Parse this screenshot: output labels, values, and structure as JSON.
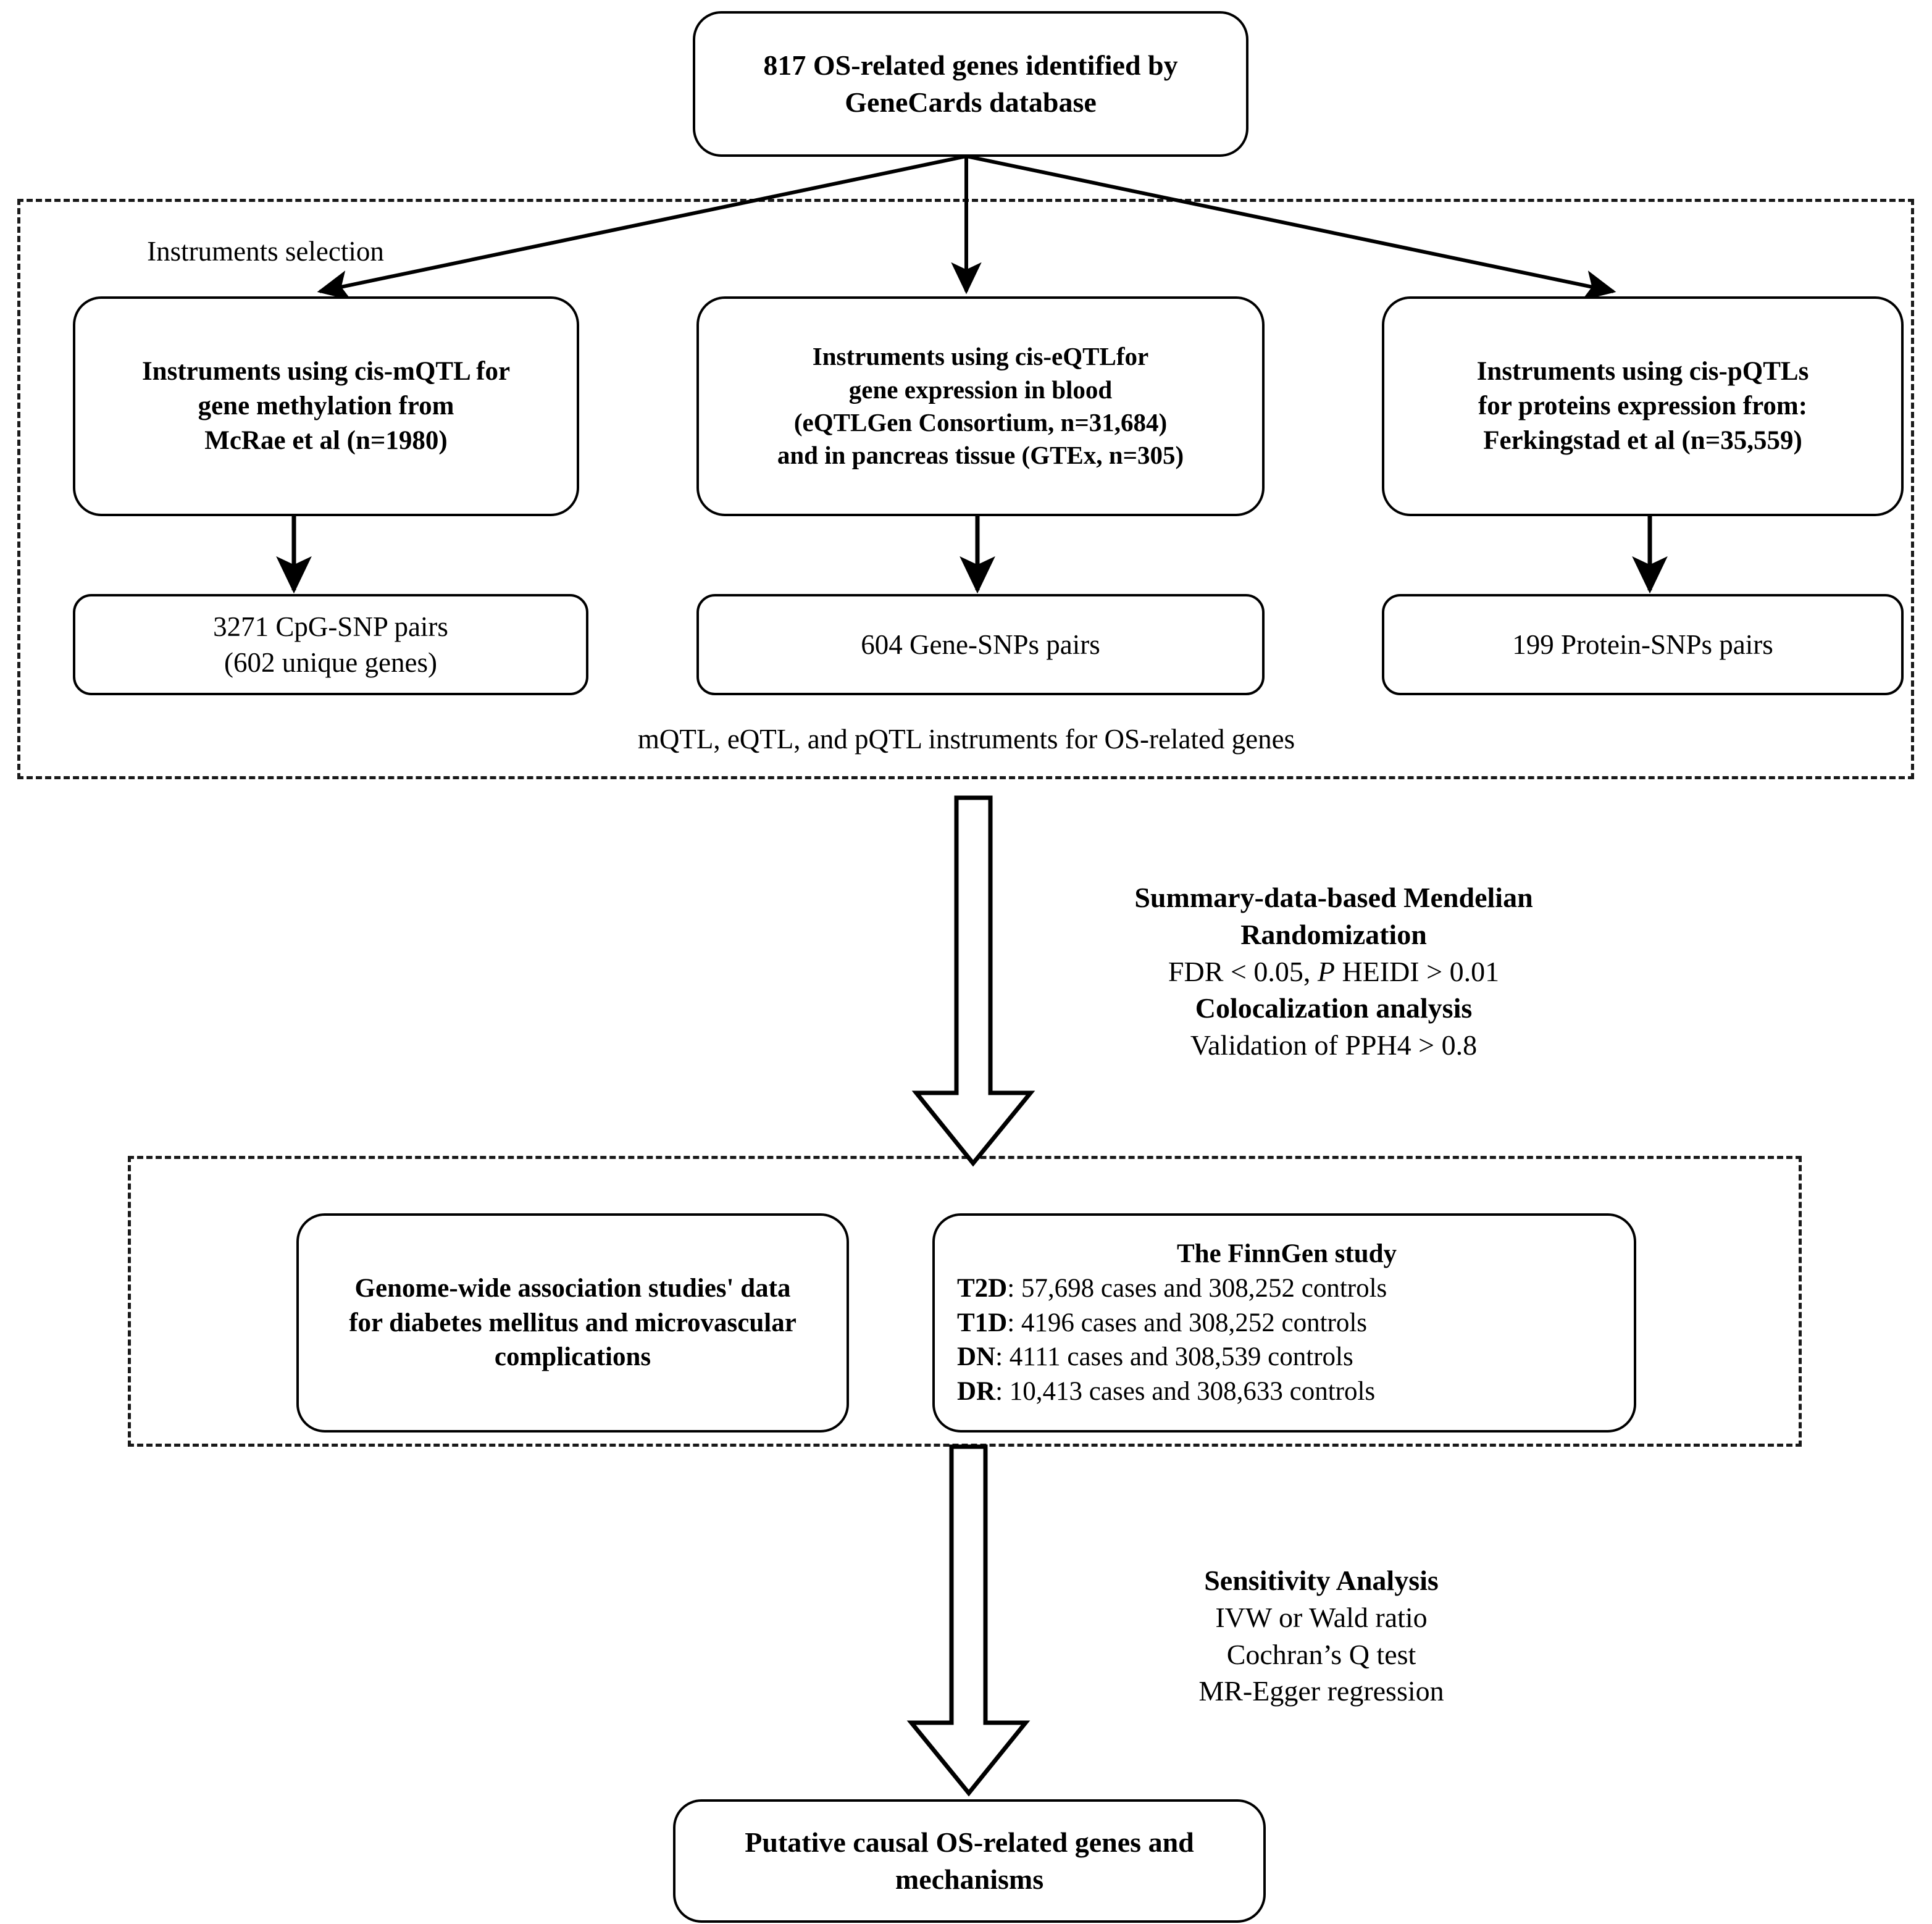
{
  "diagram": {
    "title_node": {
      "id": "genecards-source",
      "lines": [
        "817 OS-related genes identified by",
        "GeneCards database"
      ]
    },
    "section_instruments": {
      "label": "Instruments selection",
      "caption": "mQTL,  eQTL, and pQTL instruments for OS-related genes",
      "sources": [
        {
          "id": "mqtl-source",
          "lines": [
            "Instruments using cis-mQTL for",
            "gene methylation from",
            "McRae et al (n=1980)"
          ]
        },
        {
          "id": "eqtl-source",
          "lines": [
            "Instruments using cis-eQTLfor",
            "gene expression in blood",
            "(eQTLGen Consortium, n=31,684)",
            "and in pancreas tissue (GTEx, n=305)"
          ]
        },
        {
          "id": "pqtl-source",
          "lines": [
            "Instruments using cis-pQTLs",
            "for proteins expression from:",
            "Ferkingstad et al (n=35,559)"
          ]
        }
      ],
      "results": [
        {
          "id": "mqtl-result",
          "lines": [
            "3271 CpG-SNP pairs",
            "(602 unique genes)"
          ]
        },
        {
          "id": "eqtl-result",
          "lines": [
            "604 Gene-SNPs pairs"
          ]
        },
        {
          "id": "pqtl-result",
          "lines": [
            "199 Protein-SNPs pairs"
          ]
        }
      ]
    },
    "method_annotation_smr": {
      "heading_line1": "Summary-data-based Mendelian",
      "heading_line2": "Randomization",
      "criteria_smr_pre": "FDR < 0.05, ",
      "criteria_smr_italic": "P",
      "criteria_smr_post": " HEIDI > 0.01",
      "heading_coloc": "Colocalization analysis",
      "criteria_coloc": "Validation of PPH4 > 0.8"
    },
    "section_outcomes": {
      "gwas_node": {
        "id": "gwas-outcomes",
        "lines": [
          "Genome-wide association studies' data",
          "for diabetes mellitus and microvascular",
          "complications"
        ]
      },
      "finngen_node": {
        "id": "finngen-study",
        "heading": "The FinnGen study",
        "rows": [
          {
            "label": "T2D",
            "value": ": 57,698 cases and 308,252 controls"
          },
          {
            "label": "T1D",
            "value": ": 4196 cases and 308,252 controls"
          },
          {
            "label": "DN",
            "value": ": 4111 cases and 308,539 controls"
          },
          {
            "label": "DR",
            "value": ": 10,413 cases and 308,633 controls"
          }
        ]
      }
    },
    "method_annotation_sensitivity": {
      "heading": "Sensitivity Analysis",
      "items": [
        "IVW or Wald ratio",
        "Cochran’s  Q test",
        "MR-Egger regression"
      ]
    },
    "conclusion_node": {
      "id": "conclusion",
      "lines": [
        "Putative causal OS-related genes and",
        "mechanisms"
      ]
    },
    "colors": {
      "stroke": "#000000",
      "dashed_stroke": "#1a1a1a",
      "fill": "#ffffff"
    }
  }
}
